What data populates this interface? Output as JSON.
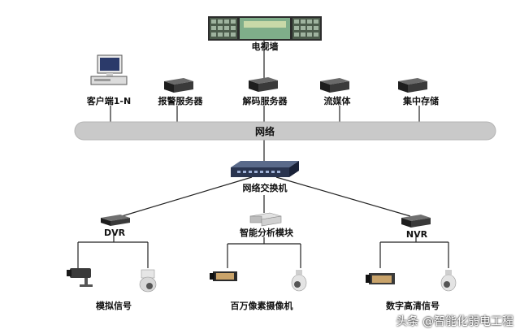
{
  "diagram": {
    "video_wall": "电视墙",
    "network": "网络",
    "top_nodes": {
      "client": "客户端1-N",
      "alarm_server": "报警服务器",
      "decode_server": "解码服务器",
      "streaming": "流媒体",
      "central_storage": "集中存储"
    },
    "switch": "网络交换机",
    "dvr": "DVR",
    "smart_analysis": "智能分析模块",
    "nvr": "NVR",
    "analog_signal": "模拟信号",
    "megapixel_camera": "百万像素摄像机",
    "digital_hd_signal": "数字高清信号"
  },
  "watermark": "头条 @智能化弱电工程",
  "colors": {
    "bus": "#c8c8c8",
    "line": "#222222",
    "device": "#3a3a3a"
  }
}
